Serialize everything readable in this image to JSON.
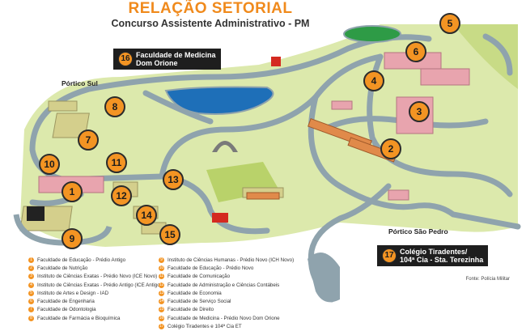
{
  "title": "RELAÇÃO SETORIAL",
  "subtitle": "Concurso Assistente Administrativo - PM",
  "places": {
    "portico_sul": "Pórtico Sul",
    "portico_sao_pedro": "Pórtico São Pedro"
  },
  "callouts": {
    "c16": {
      "num": "16",
      "line1": "Faculdade de Medicina",
      "line2": "Dom Orione"
    },
    "c17": {
      "num": "17",
      "line1": "Colégio Tiradentes/",
      "line2": "104ª Cia - Sta. Terezinha"
    }
  },
  "markers": [
    "1",
    "2",
    "3",
    "4",
    "5",
    "6",
    "7",
    "8",
    "9",
    "10",
    "11",
    "12",
    "13",
    "14",
    "15"
  ],
  "legend_left": [
    {
      "num": "1",
      "text": "Faculdade de Educação - Prédio Antigo"
    },
    {
      "num": "2",
      "text": "Faculdade de Nutrição"
    },
    {
      "num": "3",
      "text": "Instituto de Ciências Exatas - Prédio Novo (ICE Novo)"
    },
    {
      "num": "4",
      "text": "Instituto de Ciências Exatas - Prédio Antigo (ICE Antigo)"
    },
    {
      "num": "5",
      "text": "Instituto de Artes e Design - IAD"
    },
    {
      "num": "6",
      "text": "Faculdade de Engenharia"
    },
    {
      "num": "7",
      "text": "Faculdade de Odontologia"
    },
    {
      "num": "8",
      "text": "Faculdade de Farmácia e Bioquímica"
    }
  ],
  "legend_right": [
    {
      "num": "9",
      "text": "Instituto de Ciências Humanas - Prédio Novo (ICH Novo)"
    },
    {
      "num": "10",
      "text": "Faculdade de Educação - Prédio Novo"
    },
    {
      "num": "11",
      "text": "Faculdade de Comunicação"
    },
    {
      "num": "12",
      "text": "Faculdade de Administração e Ciências Contábeis"
    },
    {
      "num": "13",
      "text": "Faculdade de Economia"
    },
    {
      "num": "14",
      "text": "Faculdade de Serviço Social"
    },
    {
      "num": "15",
      "text": "Faculdade de Direito"
    },
    {
      "num": "16",
      "text": "Faculdade de Medicina - Prédio Novo Dom Orione"
    },
    {
      "num": "17",
      "text": "Colégio Tiradentes e 104ª Cia ET"
    }
  ],
  "source": "Fonte: Polícia Militar",
  "colors": {
    "accent": "#f39423",
    "road": "#8fa3ad",
    "grass": "#dbe8a8",
    "water": "#1e6fb8",
    "building": "#c9c98a"
  }
}
